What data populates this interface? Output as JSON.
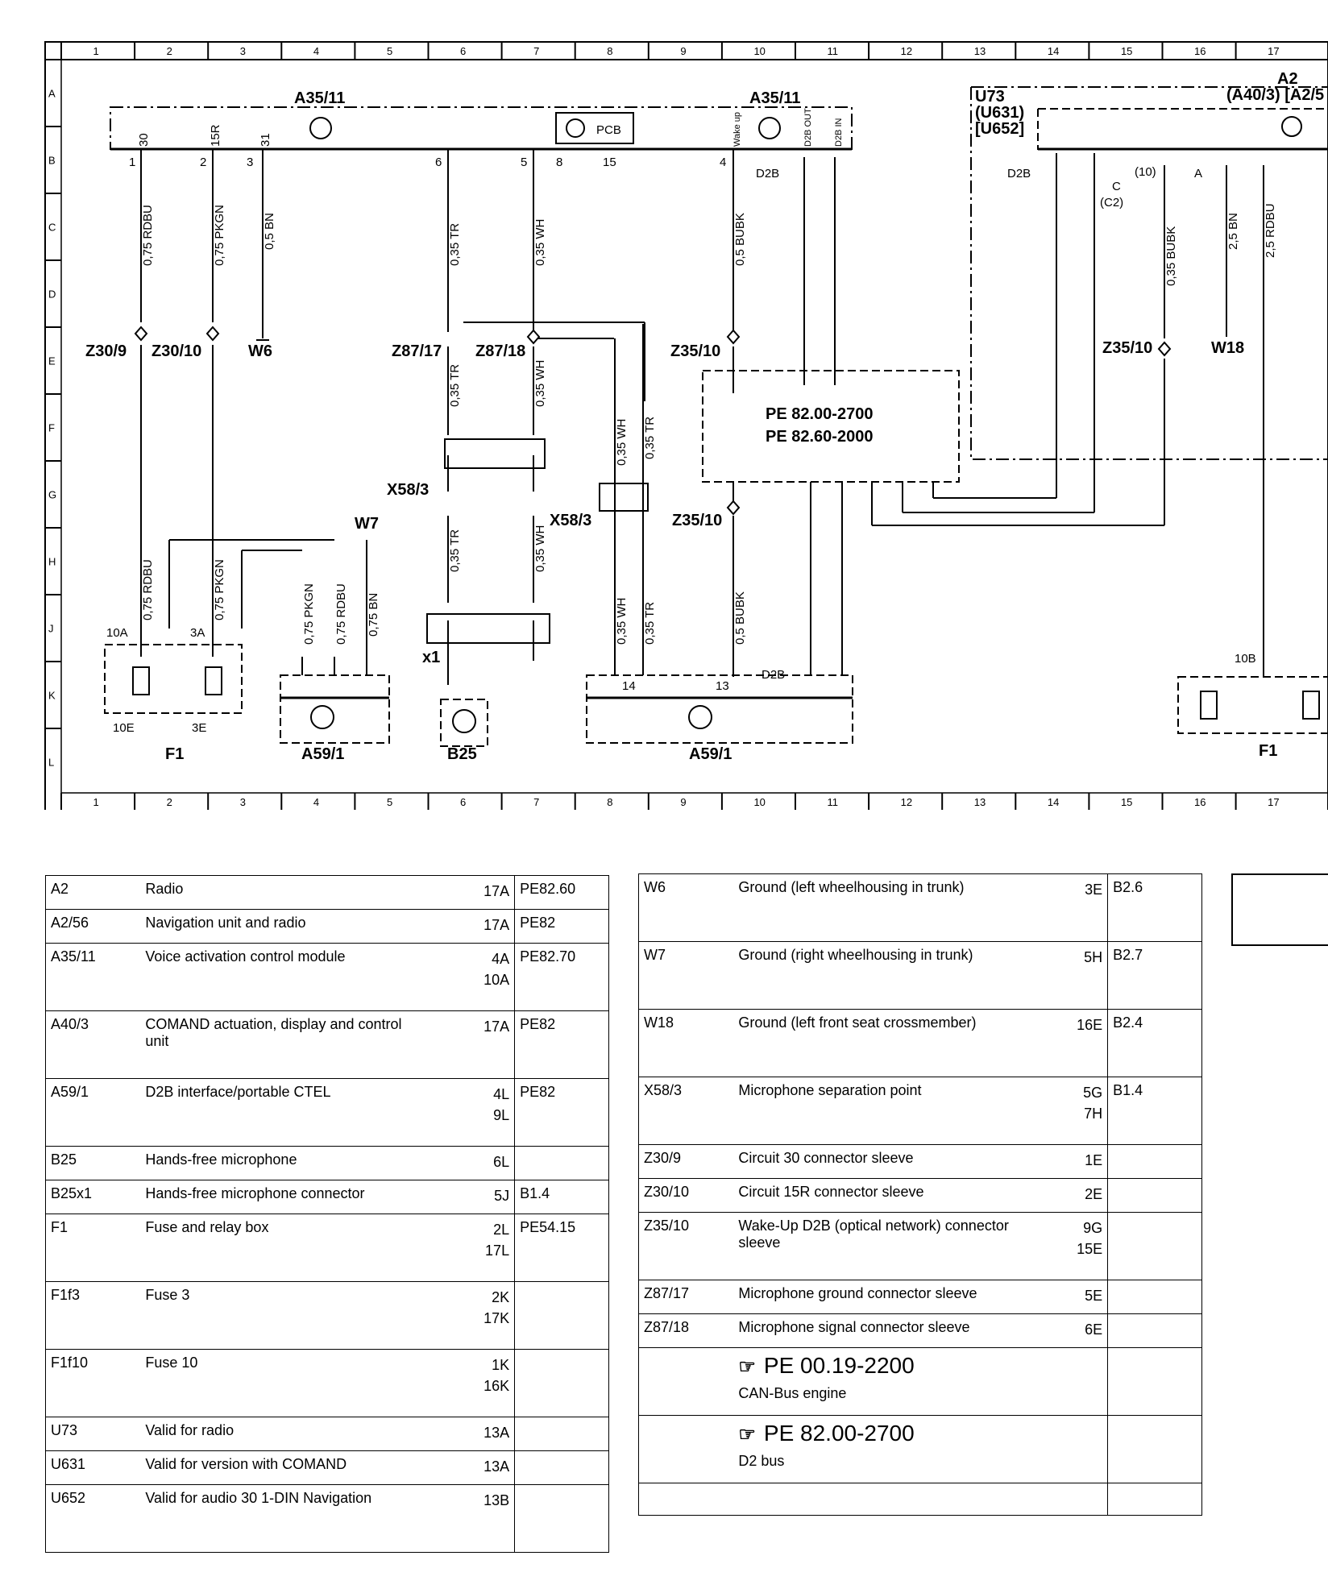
{
  "grid": {
    "columns": [
      "1",
      "2",
      "3",
      "4",
      "5",
      "6",
      "7",
      "8",
      "9",
      "10",
      "11",
      "12",
      "13",
      "14",
      "15",
      "16",
      "17"
    ],
    "rows": [
      "A",
      "B",
      "C",
      "D",
      "E",
      "F",
      "G",
      "H",
      "J",
      "K",
      "L"
    ]
  },
  "components": {
    "a35_11_left": "A35/11",
    "a35_11_right": "A35/11",
    "pcb": "PCB",
    "u73": "U73",
    "u631": "(U631)",
    "u652": "[U652]",
    "a2": "A2",
    "a2_alt": "(A40/3) [A2/5",
    "z30_9": "Z30/9",
    "z30_10": "Z30/10",
    "w6": "W6",
    "z87_17": "Z87/17",
    "z87_18": "Z87/18",
    "z35_10_a": "Z35/10",
    "z35_10_b": "Z35/10",
    "z35_10_c": "Z35/10",
    "w18": "W18",
    "w7": "W7",
    "x58_3_a": "X58/3",
    "x58_3_b": "X58/3",
    "x1": "x1",
    "b25": "B25",
    "a59_1_a": "A59/1",
    "a59_1_b": "A59/1",
    "f1_left": "F1",
    "f1_right": "F1",
    "d2b_a": "D2B",
    "d2b_b": "D2B",
    "d2b_c": "D2B",
    "pe1": "PE  82.00-2700",
    "pe2": "PE  82.60-2000",
    "c": "C",
    "c2": "(C2)",
    "ten": "(10)",
    "a_pin": "A"
  },
  "wires": {
    "w1": "0,75 RDBU",
    "w2": "0,75 PKGN",
    "w3": "0,5 BN",
    "w4": "0,35 TR",
    "w5": "0,35 WH",
    "w6": "0,5 BUBK",
    "w7": "0,35 BUBK",
    "w8": "2,5 BN",
    "w9": "2,5 RDBU",
    "w10": "0,35 TR",
    "w11": "0,35 WH",
    "w12": "0,35 WH",
    "w13": "0,35 TR",
    "w14": "0,35 TR",
    "w15": "0,35 WH",
    "w16": "0,5 BUBK",
    "w17": "0,35 WH",
    "w18": "0,35 TR",
    "w19": "0,75 RDBU",
    "w20": "0,75 PKGN",
    "w21": "0,75 PKGN",
    "w22": "0,75 RDBU",
    "w23": "0,75 BN"
  },
  "pins": {
    "p30": "30",
    "p15r": "15R",
    "p31": "31",
    "p1": "1",
    "p2": "2",
    "p3": "3",
    "p4": "4",
    "p5": "5",
    "p6": "6",
    "p8": "8",
    "p15": "15",
    "wake": "Wake up",
    "d2b_out": "D2B OUT",
    "d2b_in": "D2B IN",
    "p14": "14",
    "p13": "13",
    "f10a": "10A",
    "f3a": "3A",
    "f10e": "10E",
    "f3e": "3E",
    "f10b": "10B"
  },
  "legend_left": [
    {
      "code": "A2",
      "desc": "Radio",
      "loc": [
        "17A"
      ],
      "ref": "PE82.60"
    },
    {
      "code": "A2/56",
      "desc": "Navigation unit and radio",
      "loc": [
        "17A"
      ],
      "ref": "PE82"
    },
    {
      "code": "A35/11",
      "desc": "Voice activation control module",
      "loc": [
        "4A",
        "10A"
      ],
      "ref": "PE82.70"
    },
    {
      "code": "A40/3",
      "desc": "COMAND actuation, display and control unit",
      "loc": [
        "17A"
      ],
      "ref": "PE82"
    },
    {
      "code": "A59/1",
      "desc": "D2B interface/portable CTEL",
      "loc": [
        "4L",
        "9L"
      ],
      "ref": "PE82"
    },
    {
      "code": "B25",
      "desc": "Hands-free microphone",
      "loc": [
        "6L"
      ],
      "ref": ""
    },
    {
      "code": "B25x1",
      "desc": "Hands-free microphone connector",
      "loc": [
        "5J"
      ],
      "ref": "B1.4"
    },
    {
      "code": "F1",
      "desc": "Fuse and relay box",
      "loc": [
        "2L",
        "17L"
      ],
      "ref": "PE54.15"
    },
    {
      "code": "F1f3",
      "desc": "Fuse 3",
      "loc": [
        "2K",
        "17K"
      ],
      "ref": ""
    },
    {
      "code": "F1f10",
      "desc": "Fuse 10",
      "loc": [
        "1K",
        "16K"
      ],
      "ref": ""
    },
    {
      "code": "U73",
      "desc": "Valid for radio",
      "loc": [
        "13A"
      ],
      "ref": ""
    },
    {
      "code": "U631",
      "desc": "Valid for version with COMAND",
      "loc": [
        "13A"
      ],
      "ref": ""
    },
    {
      "code": "U652",
      "desc": "Valid for audio 30 1-DIN Navigation",
      "loc": [
        "13B"
      ],
      "ref": ""
    }
  ],
  "legend_right": [
    {
      "code": "W6",
      "desc": "Ground (left wheelhousing in trunk)",
      "loc": [
        "3E"
      ],
      "ref": "B2.6"
    },
    {
      "code": "W7",
      "desc": "Ground (right wheelhousing in trunk)",
      "loc": [
        "5H"
      ],
      "ref": "B2.7"
    },
    {
      "code": "W18",
      "desc": "Ground (left front seat crossmember)",
      "loc": [
        "16E"
      ],
      "ref": "B2.4"
    },
    {
      "code": "X58/3",
      "desc": "Microphone separation point",
      "loc": [
        "5G",
        "7H"
      ],
      "ref": "B1.4"
    },
    {
      "code": "Z30/9",
      "desc": "Circuit 30 connector sleeve",
      "loc": [
        "1E"
      ],
      "ref": ""
    },
    {
      "code": "Z30/10",
      "desc": "Circuit 15R connector sleeve",
      "loc": [
        "2E"
      ],
      "ref": ""
    },
    {
      "code": "Z35/10",
      "desc": "Wake-Up D2B (optical network) connector sleeve",
      "loc": [
        "9G",
        "15E"
      ],
      "ref": ""
    },
    {
      "code": "Z87/17",
      "desc": "Microphone ground connector sleeve",
      "loc": [
        "5E"
      ],
      "ref": ""
    },
    {
      "code": "Z87/18",
      "desc": "Microphone signal connector sleeve",
      "loc": [
        "6E"
      ],
      "ref": ""
    }
  ],
  "legend_refs": [
    {
      "icon": "pointing-hand-icon",
      "ref": "PE 00.19-2200",
      "desc": "CAN-Bus engine"
    },
    {
      "icon": "pointing-hand-icon",
      "ref": "PE 82.00-2700",
      "desc": "D2 bus"
    }
  ]
}
